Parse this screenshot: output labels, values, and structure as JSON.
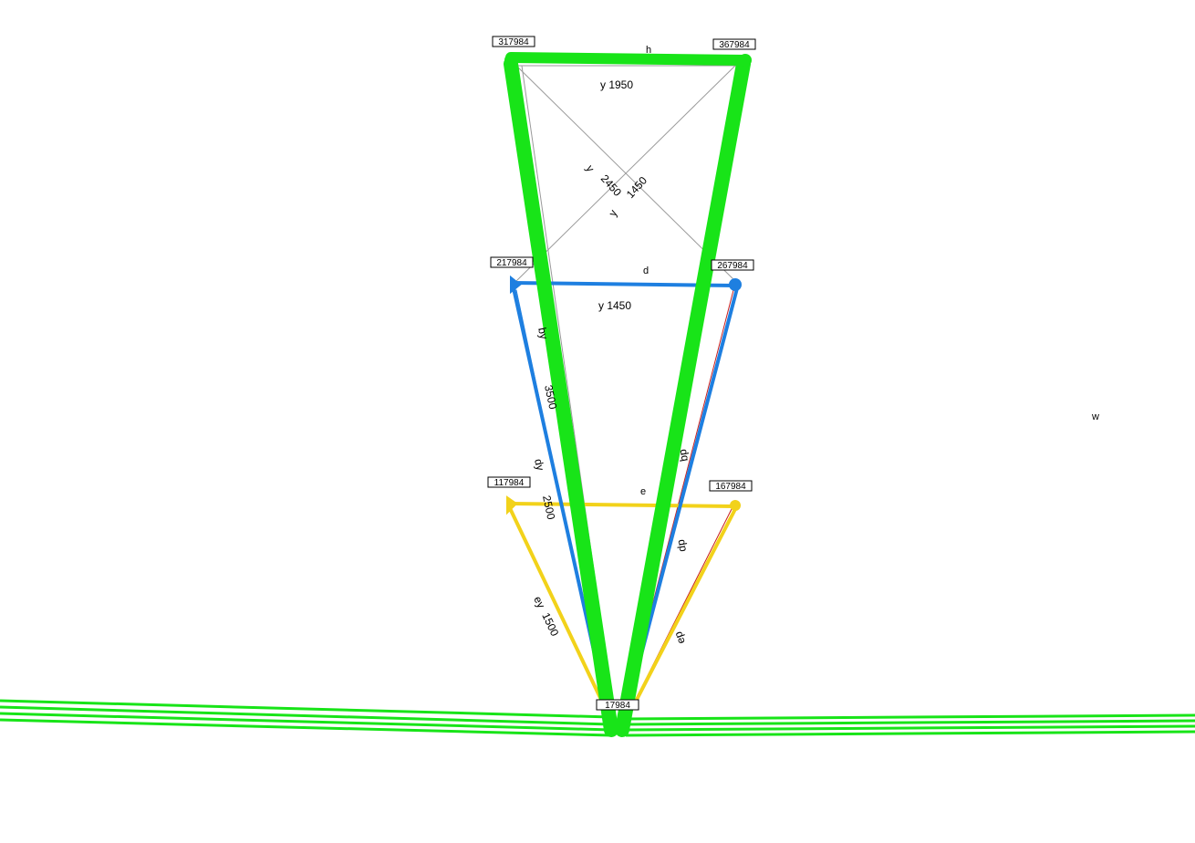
{
  "colors": {
    "green": "#18e418",
    "blue": "#1e7fe0",
    "yellow": "#f2d21a",
    "red": "#c81e1e",
    "gray": "#9a9a9a",
    "label_border": "#000000"
  },
  "nodes": {
    "n317984": "317984",
    "n367984": "367984",
    "n217984": "217984",
    "n267984": "267984",
    "n117984": "117984",
    "n167984": "167984",
    "n17984": "17984"
  },
  "edge_labels": {
    "h": "h",
    "d": "d",
    "e": "e",
    "w": "w",
    "y1950": "y  1950",
    "y1450_mid": "y  1450",
    "diag_y_a": "y",
    "diag_2450": "2450",
    "diag_1450": "1450",
    "diag_y_b": "y",
    "by": "by",
    "n3500": "3500",
    "dy": "dy",
    "n2500": "2500",
    "bp": "bp",
    "dp": "dp",
    "ey": "ey",
    "n1500": "1500",
    "ep": "ep"
  }
}
